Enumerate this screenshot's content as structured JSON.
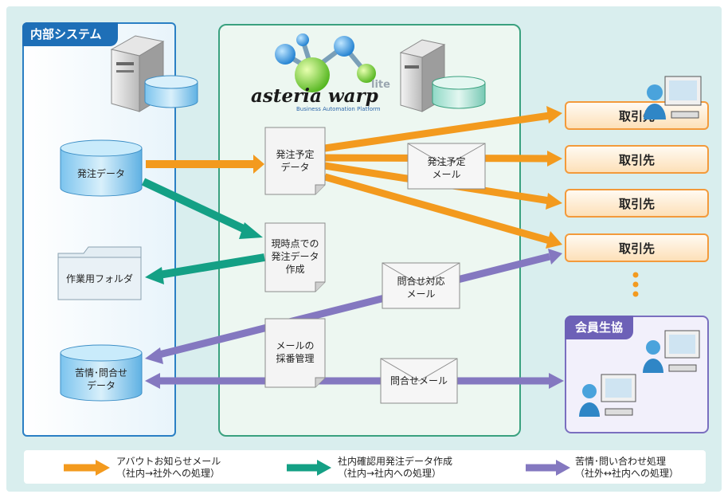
{
  "internal_system": {
    "title": "内部システム",
    "order_data": "発注データ",
    "work_folder": "作業用フォルダ",
    "complaints_data": "苦情･問合せ\nデータ"
  },
  "platform": {
    "logo_name": "asteria warp",
    "logo_suffix": "lite",
    "logo_tagline": "Business Automation Platform",
    "scheduled_order_doc": "発注予定\nデータ",
    "current_order_doc": "現時点での\n発注データ\n作成",
    "mail_numbering_doc": "メールの\n採番管理"
  },
  "mails": {
    "scheduled_order_mail": "発注予定\nメール",
    "inquiry_reply_mail": "問合せ対応\nメール",
    "inquiry_mail": "問合せメール"
  },
  "partners": [
    "取引先",
    "取引先",
    "取引先",
    "取引先"
  ],
  "coop": {
    "title": "会員生協"
  },
  "legend": [
    {
      "label": "アバウトお知らせメール\n（社内→社外への処理）",
      "color": "#f39a1e"
    },
    {
      "label": "社内確認用発注データ作成\n（社内→社内への処理）",
      "color": "#14a085"
    },
    {
      "label": "苦情･問い合わせ処理\n（社外↔社内への処理）",
      "color": "#8478c0"
    }
  ],
  "colors": {
    "orange": "#f39a1e",
    "green": "#14a085",
    "purple": "#8478c0",
    "blue": "#1e6fb7"
  }
}
